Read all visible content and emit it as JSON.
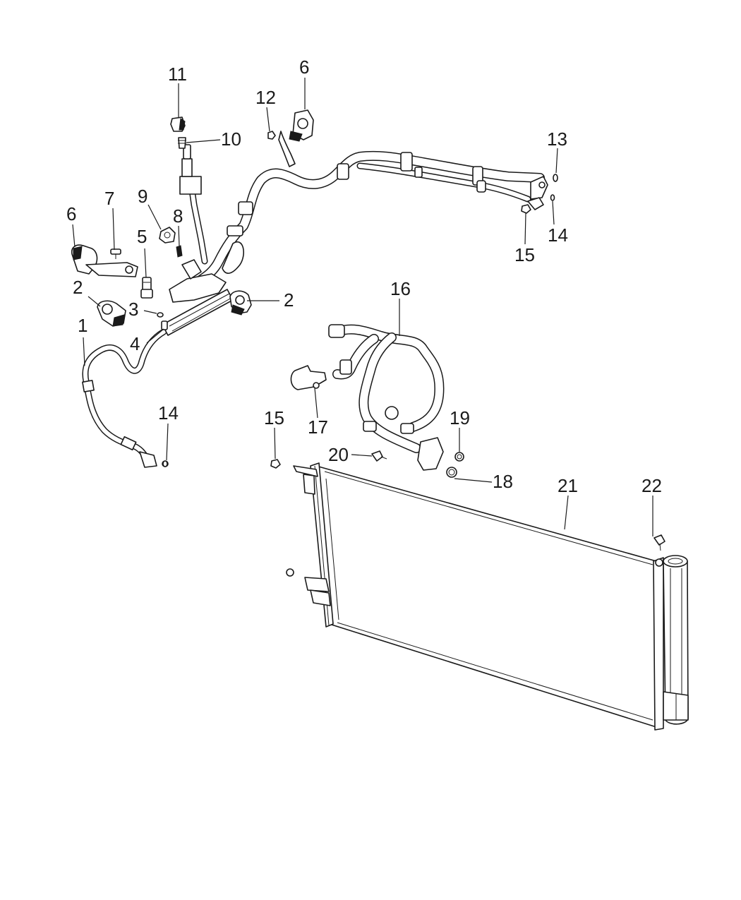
{
  "callouts": {
    "c1": "1",
    "c2a": "2",
    "c2b": "2",
    "c3": "3",
    "c4": "4",
    "c5": "5",
    "c6a": "6",
    "c6b": "6",
    "c7": "7",
    "c8": "8",
    "c9": "9",
    "c10": "10",
    "c11": "11",
    "c12": "12",
    "c13": "13",
    "c14a": "14",
    "c14b": "14",
    "c15a": "15",
    "c15b": "15",
    "c16": "16",
    "c17": "17",
    "c18": "18",
    "c19": "19",
    "c20": "20",
    "c21": "21",
    "c22": "22"
  }
}
